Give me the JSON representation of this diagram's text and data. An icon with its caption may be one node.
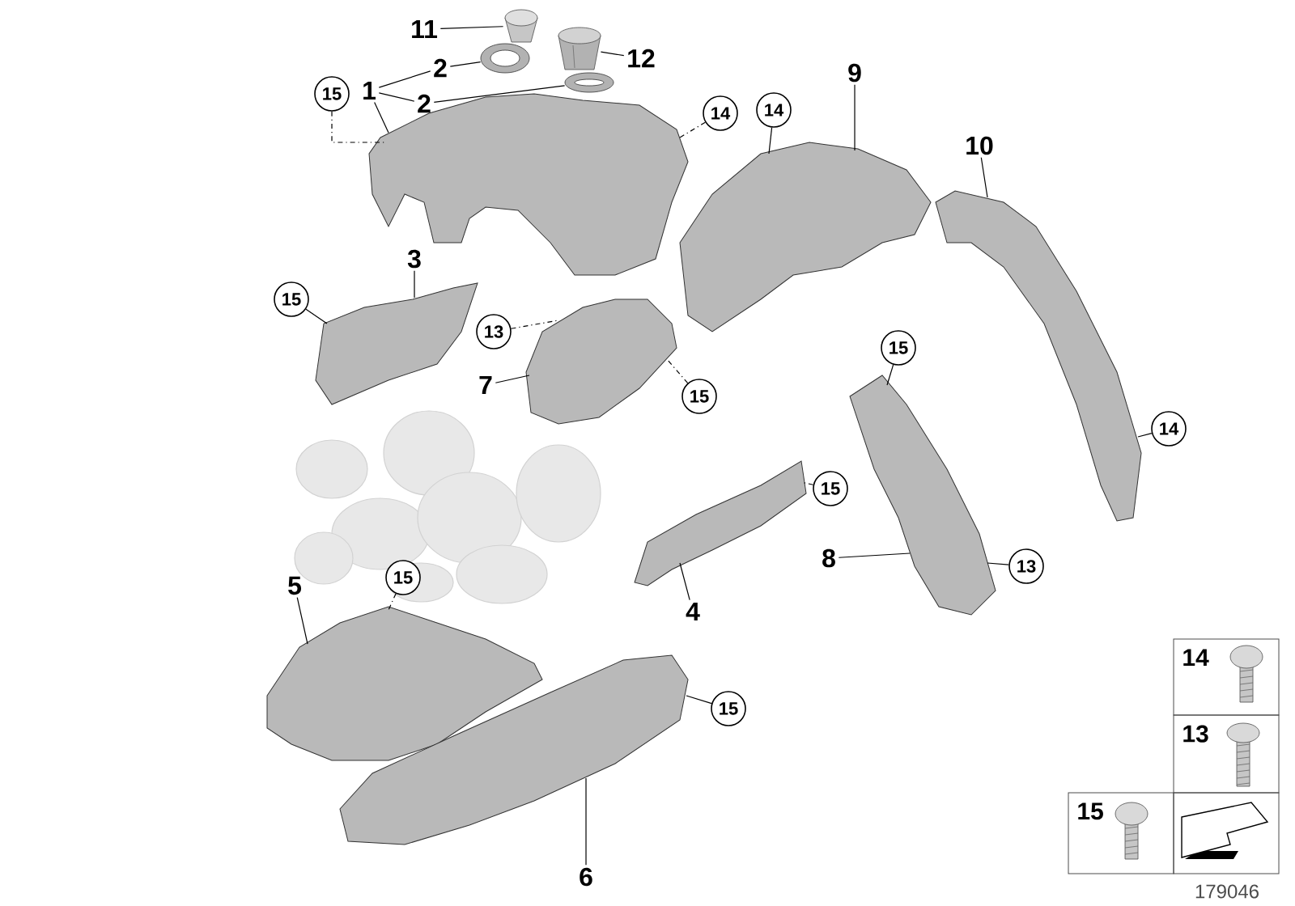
{
  "diagram": {
    "nodes": [
      {
        "text": [],
        "shape": "picture"
      },
      {
        "text": [],
        "shape": "picture"
      },
      {
        "text": [],
        "shape": "picture"
      },
      {
        "text": [],
        "shape": "picture"
      },
      {
        "text": [],
        "shape": "picture"
      },
      {
        "text": [],
        "shape": "picture"
      },
      {
        "text": [],
        "shape": "picture"
      },
      {
        "text": [],
        "shape": "picture"
      },
      {
        "text": [],
        "shape": "picture"
      },
      {
        "text": [],
        "shape": "picture"
      },
      {
        "text": [],
        "shape": "picture"
      },
      {
        "text": [],
        "shape": "picture"
      },
      {
        "text": [],
        "shape": "picture"
      },
      {
        "text": [
          "11"
        ]
      },
      {
        "text": [
          "2"
        ]
      },
      {
        "text": [
          "1"
        ]
      },
      {
        "text": [
          "2"
        ]
      },
      {
        "text": [
          "12"
        ]
      },
      {
        "text": [
          "15"
        ]
      },
      {
        "text": [
          "14"
        ]
      },
      {
        "text": [
          "14"
        ]
      },
      {
        "text": [
          "9"
        ]
      },
      {
        "text": [
          "10"
        ]
      },
      {
        "text": [
          "3"
        ]
      },
      {
        "text": [
          "15"
        ]
      },
      {
        "text": [
          "13"
        ]
      },
      {
        "text": [
          "7"
        ]
      },
      {
        "text": [
          "15"
        ]
      },
      {
        "text": [
          "15"
        ]
      },
      {
        "text": [
          "14"
        ]
      },
      {
        "text": [
          "15"
        ]
      },
      {
        "text": [
          "8"
        ]
      },
      {
        "text": [
          "13"
        ]
      },
      {
        "text": [
          "4"
        ]
      },
      {
        "text": [
          "5"
        ]
      },
      {
        "text": [
          "15"
        ]
      },
      {
        "text": [
          "15"
        ]
      },
      {
        "text": [
          "6"
        ]
      },
      {
        "text": [
          "14"
        ]
      },
      {
        "text": [
          "13"
        ]
      },
      {
        "text": [
          "15"
        ]
      }
    ],
    "edges": [
      {
        "from": 13,
        "to": 1,
        "arrow": "none"
      },
      {
        "from": 14,
        "to": 2,
        "arrow": "none"
      },
      {
        "from": 15,
        "to": 14,
        "arrow": "none"
      },
      {
        "from": 15,
        "to": 16,
        "arrow": "none"
      },
      {
        "from": 15,
        "to": 0,
        "arrow": "none"
      },
      {
        "from": 16,
        "to": 4,
        "arrow": "none"
      },
      {
        "from": 17,
        "to": 3,
        "arrow": "none"
      },
      {
        "from": 18,
        "to": 0,
        "arrow": "none",
        "style": "dashed"
      },
      {
        "from": 19,
        "to": 0,
        "arrow": "none",
        "style": "dashed"
      },
      {
        "from": 20,
        "to": 5,
        "arrow": "none"
      },
      {
        "from": 21,
        "to": 5,
        "arrow": "none"
      },
      {
        "from": 22,
        "to": 6,
        "arrow": "none"
      },
      {
        "from": 23,
        "to": 7,
        "arrow": "none"
      },
      {
        "from": 24,
        "to": 7,
        "arrow": "none"
      },
      {
        "from": 25,
        "to": 8,
        "arrow": "none",
        "style": "dashed"
      },
      {
        "from": 26,
        "to": 8,
        "arrow": "none"
      },
      {
        "from": 27,
        "to": 8,
        "arrow": "none",
        "style": "dashed"
      },
      {
        "from": 28,
        "to": 9,
        "arrow": "none"
      },
      {
        "from": 29,
        "to": 6,
        "arrow": "none"
      },
      {
        "from": 30,
        "to": 10,
        "arrow": "none",
        "style": "dashed"
      },
      {
        "from": 31,
        "to": 9,
        "arrow": "none"
      },
      {
        "from": 32,
        "to": 9,
        "arrow": "none"
      },
      {
        "from": 33,
        "to": 10,
        "arrow": "none"
      },
      {
        "from": 34,
        "to": 11,
        "arrow": "none"
      },
      {
        "from": 35,
        "to": 11,
        "arrow": "none",
        "style": "dashed"
      },
      {
        "from": 36,
        "to": 12,
        "arrow": "none"
      },
      {
        "from": 37,
        "to": 12,
        "arrow": "none"
      }
    ],
    "labels": [
      "179046"
    ]
  }
}
